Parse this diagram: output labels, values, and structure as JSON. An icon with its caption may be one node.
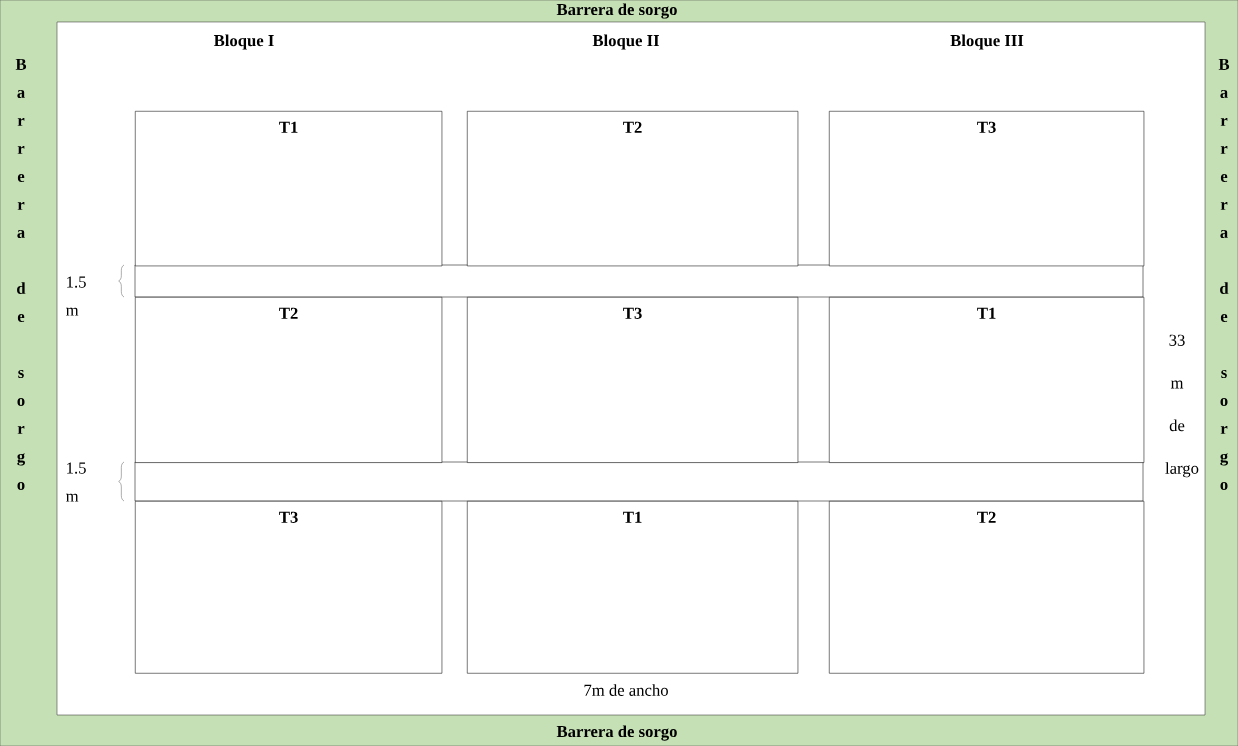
{
  "diagram": {
    "nodes": [
      {
        "text": [
          "T1"
        ]
      },
      {
        "text": [
          "T2"
        ]
      },
      {
        "text": [
          "T3"
        ]
      },
      {
        "text": [
          "T2"
        ]
      },
      {
        "text": [
          "T3"
        ]
      },
      {
        "text": [
          "T1"
        ]
      },
      {
        "text": [
          "T3"
        ]
      },
      {
        "text": [
          "T1"
        ]
      },
      {
        "text": [
          "T2"
        ]
      }
    ],
    "labels": [
      "Barrera de sorgo",
      "Barrera de sorgo",
      "Bloque I",
      "Bloque II",
      "Bloque III",
      "Barrera de sorgo",
      "1.5 m",
      "33 m de largo",
      "1.5 m",
      "7m de ancho",
      "Barrera de sorgo"
    ]
  }
}
